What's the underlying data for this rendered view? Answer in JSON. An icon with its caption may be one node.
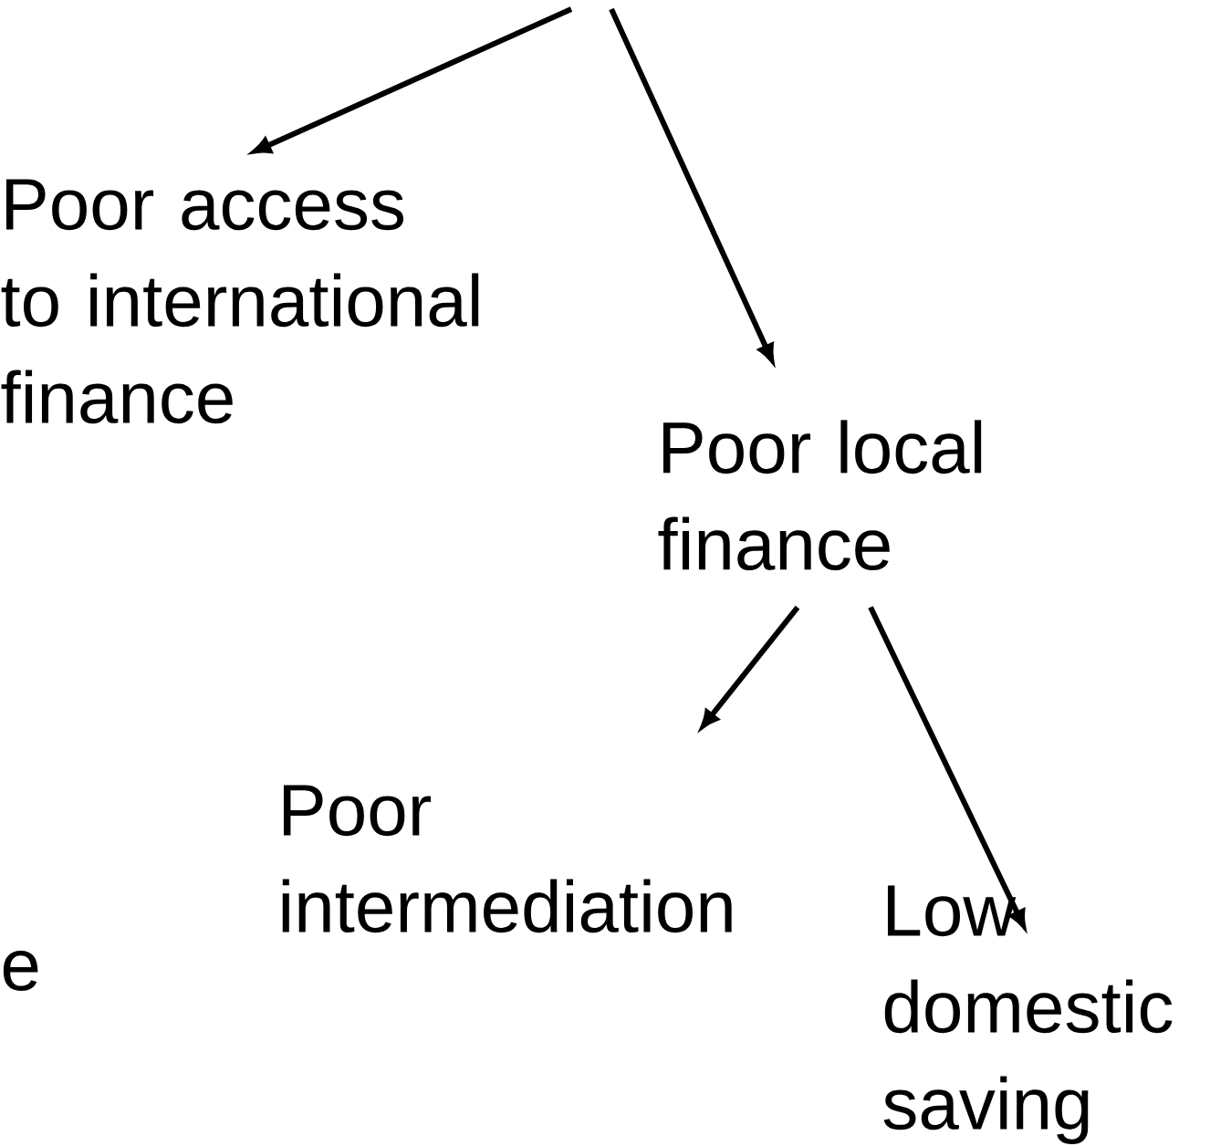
{
  "diagram": {
    "nodes": [
      {
        "text": [
          "Poor access to international finance"
        ]
      },
      {
        "text": [
          "Poor local finance"
        ]
      },
      {
        "text": [
          "Poor intermediation"
        ]
      },
      {
        "text": [
          "Low domestic saving"
        ]
      }
    ],
    "edges": [
      {
        "from": null,
        "to": 0,
        "arrow": "to"
      },
      {
        "from": null,
        "to": 1,
        "arrow": "to"
      },
      {
        "from": 1,
        "to": 2,
        "arrow": "to"
      },
      {
        "from": 1,
        "to": 3,
        "arrow": "to"
      }
    ],
    "labels": [
      "e"
    ]
  }
}
